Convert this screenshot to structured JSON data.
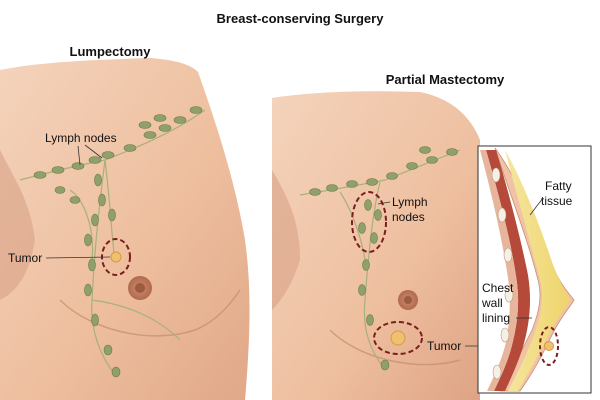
{
  "title": "Breast-conserving Surgery",
  "panels": [
    {
      "heading": "Lumpectomy",
      "labels": {
        "lymph_nodes": "Lymph nodes",
        "tumor": "Tumor"
      }
    },
    {
      "heading": "Partial Mastectomy",
      "labels": {
        "lymph_nodes_line1": "Lymph",
        "lymph_nodes_line2": "nodes",
        "tumor": "Tumor"
      }
    }
  ],
  "inset": {
    "labels": {
      "fatty_line1": "Fatty",
      "fatty_line2": "tissue",
      "chest_line1": "Chest",
      "chest_line2": "wall",
      "chest_line3": "lining"
    }
  },
  "colors": {
    "skin": "#f1c8ad",
    "skin_shadow": "#d9a88a",
    "node": "#8fa06a",
    "outline_dash": "#7a1e1e",
    "tumor": "#f0c070",
    "muscle": "#b54a3a",
    "fat": "#f3e08a"
  }
}
